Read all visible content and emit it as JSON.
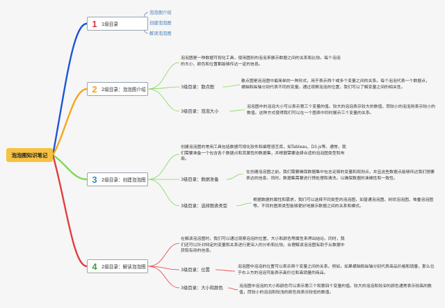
{
  "root": {
    "label": "泡泡图知识笔记"
  },
  "colors": {
    "blue": "#1d55d6",
    "orange": "#f6a51a",
    "green": "#7ed957",
    "red": "#e33c3c",
    "num1": "#e0303a",
    "num2": "#f2a218",
    "num3": "#2e8ad6",
    "num4": "#3aa33a"
  },
  "branch1": {
    "num": "1",
    "label": "1级目录",
    "children": [
      "泡泡图介绍",
      "创建泡泡图",
      "解读泡泡图"
    ]
  },
  "branch2": {
    "num": "2",
    "label": "2级目录：泡泡图介绍",
    "intro": "泡泡图是一种数据可视化工具，使用圆形的泡泡来展示数据之间的关系和比较。每个泡泡的大小、颜色和位置都能够传达一定的信息。",
    "sub1": {
      "label": "3级目录：散点图",
      "text": "散点图是泡泡图中最简单的一种形式，用于表示两个或多个变量之间的关系。每个泡泡代表一个数据点，横轴和纵轴分别代表不同的变量。通过观察泡泡的位置，我们可以了解变量之间的相关性。"
    },
    "sub2": {
      "label": "3级目录：泡泡大小",
      "text": "泡泡图中的泡泡大小可以表示第三个变量的值。较大的泡泡表示较大的数值，而较小的泡泡则表示较小的数值。这种方式使得我们可以在一个图表中同时展示三个变量的关系。"
    }
  },
  "branch3": {
    "num": "3",
    "label": "2级目录：创建泡泡图",
    "intro": "创建泡泡图的常用工具包括数据可视化软件和编程语言库，如Tableau、D3.js等。通常，我们需要准备一个包含各个数据点和其属性的数据集，并根据需要选择合适的泡泡图类型和布局。",
    "sub1": {
      "label": "3级目录：数据准备",
      "text": "在创建泡泡图之前，我们需要确保数据集中包含足够的变量和观测点，并且这些数据点能够传达我们想要表达的信息。同时，数据集需要进行预处理和清洗，以确保数据的准确性和一致性。"
    },
    "sub2": {
      "label": "3级目录：选择图表类型",
      "text": "根据数据的属性和需求，我们可以选择不同类型的泡泡图，如普通泡泡图、树状泡泡图、堆叠泡泡图等。不同的图表类型能够更好地展示数据之间的关系和模式。"
    }
  },
  "branch4": {
    "num": "4",
    "label": "2级目录：解读泡泡图",
    "intro": "在解读泡泡图时，我们可以通过观察泡泡的位置、大小和颜色等属性来得出结论。同时，我们还可以针对特定的变量和关系进行更深入的分析和比较。合理解读泡泡图有助于从数据中获取有用的信息。",
    "sub1": {
      "label": "3级目录：位置",
      "text": "泡泡图中泡泡的位置可以表示两个变量之间的关系。例如，如果横轴和纵轴分别代表商品价格和销量，那么位于右上方的泡泡可能表示高价位和高销量的商品。"
    },
    "sub2": {
      "label": "3级目录：大小和颜色",
      "text": "泡泡图中泡泡的大小和颜色可以表示第三个和第四个变量的值。较大的泡泡和较深的颜色通常表示较高的数值，而较小的泡泡和较浅的颜色则表示较低的数值。"
    }
  }
}
